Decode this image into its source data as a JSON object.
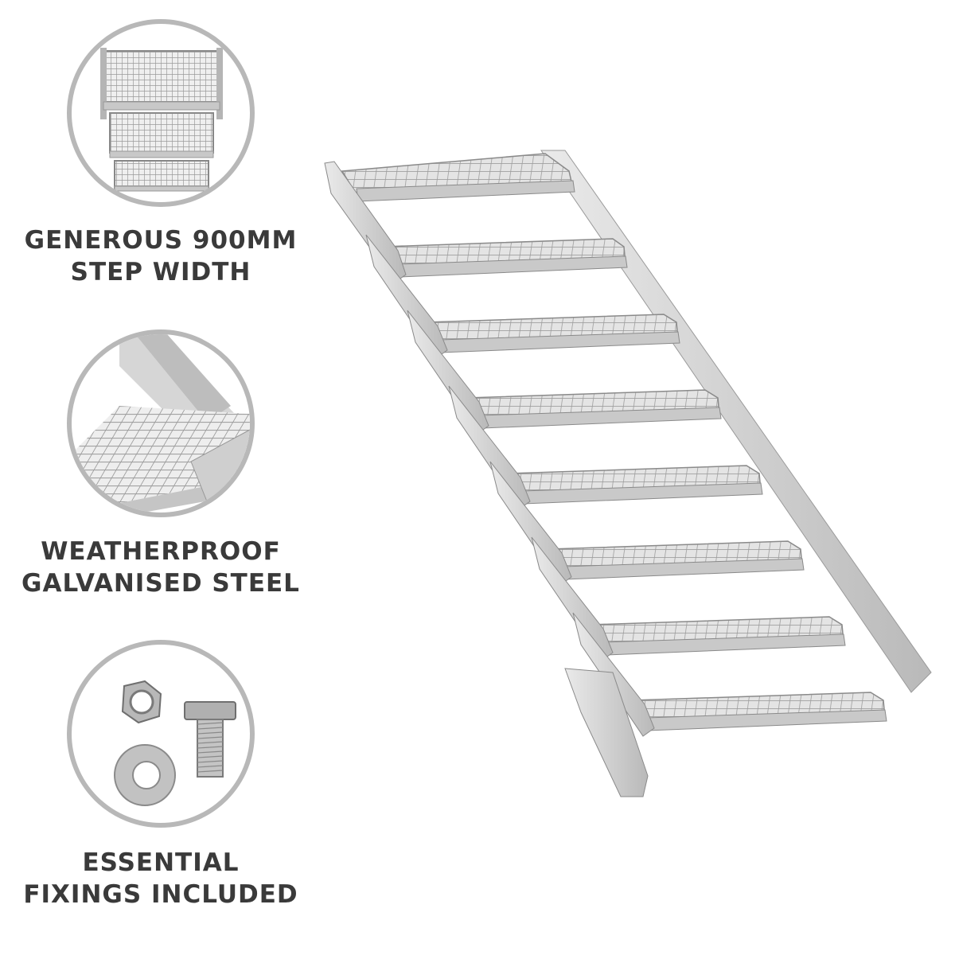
{
  "features": [
    {
      "line1": "GENEROUS 900MM",
      "line2": "STEP WIDTH",
      "icon": "stair-top-view-icon"
    },
    {
      "line1": "WEATHERPROOF",
      "line2": "GALVANISED STEEL",
      "icon": "grating-closeup-icon"
    },
    {
      "line1": "ESSENTIAL",
      "line2": "FIXINGS INCLUDED",
      "icon": "bolt-nut-washer-icon"
    }
  ],
  "product": {
    "name": "galvanised steel staircase",
    "steps": 8
  },
  "colors": {
    "caption": "#3a3a3a",
    "circle_border": "#b8b8b8",
    "steel": "#c9c9c9",
    "steel_dark": "#8e8e8e"
  }
}
